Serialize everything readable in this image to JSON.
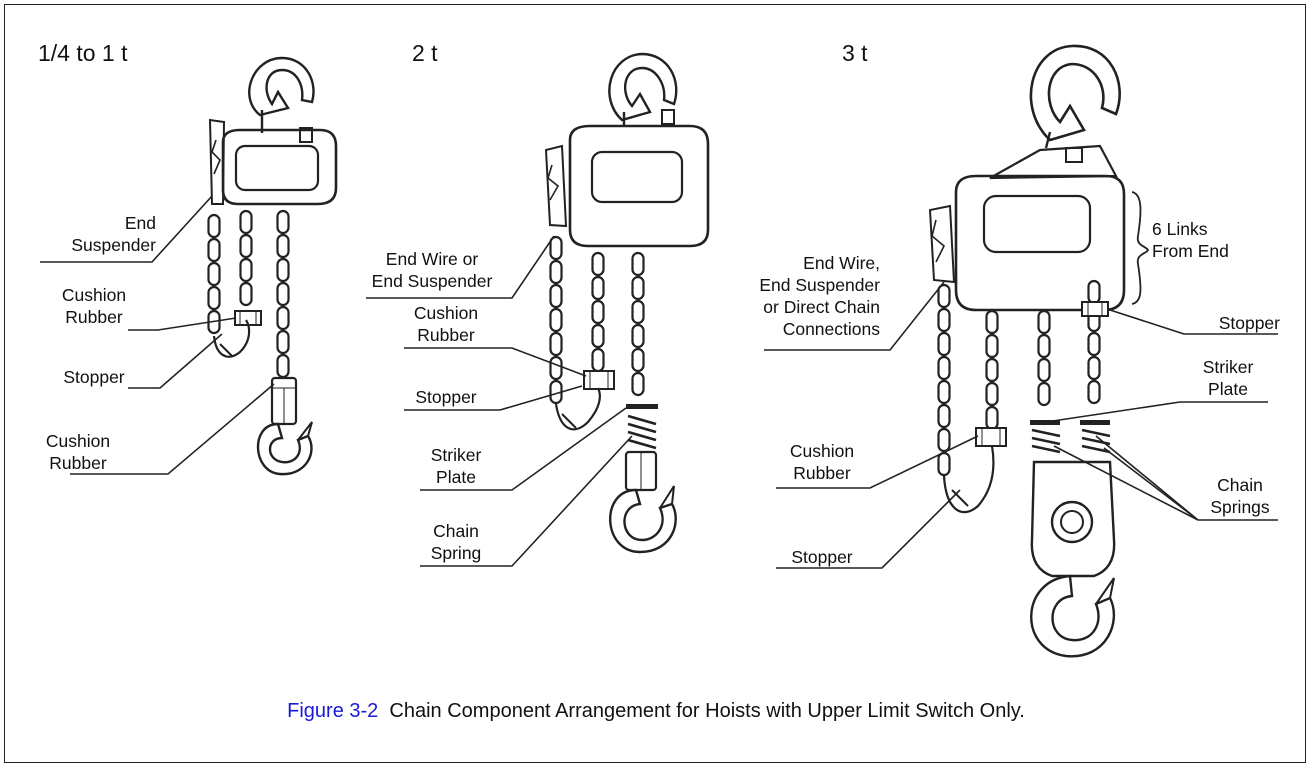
{
  "headers": {
    "h1": "1/4 to 1 t",
    "h2": "2 t",
    "h3": "3 t"
  },
  "hoist1": {
    "end_suspender": [
      "End",
      "Suspender"
    ],
    "cushion_rubber_top": [
      "Cushion",
      "Rubber"
    ],
    "stopper": "Stopper",
    "cushion_rubber_bottom": [
      "Cushion",
      "Rubber"
    ]
  },
  "hoist2": {
    "end_wire": [
      "End Wire or",
      "End Suspender"
    ],
    "cushion_rubber": [
      "Cushion",
      "Rubber"
    ],
    "stopper": "Stopper",
    "striker_plate": [
      "Striker",
      "Plate"
    ],
    "chain_spring": [
      "Chain",
      "Spring"
    ]
  },
  "hoist3": {
    "end_wire": [
      "End Wire,",
      "End Suspender",
      "or Direct Chain",
      "Connections"
    ],
    "cushion_rubber": [
      "Cushion",
      "Rubber"
    ],
    "stopper_left": "Stopper",
    "six_links": [
      "6 Links",
      "From End"
    ],
    "stopper_right": "Stopper",
    "striker_plate": [
      "Striker",
      "Plate"
    ],
    "chain_springs": [
      "Chain",
      "Springs"
    ]
  },
  "caption": {
    "figure_number": "Figure 3-2",
    "text": "Chain Component Arrangement for Hoists with Upper Limit Switch Only."
  },
  "colors": {
    "figure_number": "#1a1ad6",
    "line": "#222222"
  }
}
